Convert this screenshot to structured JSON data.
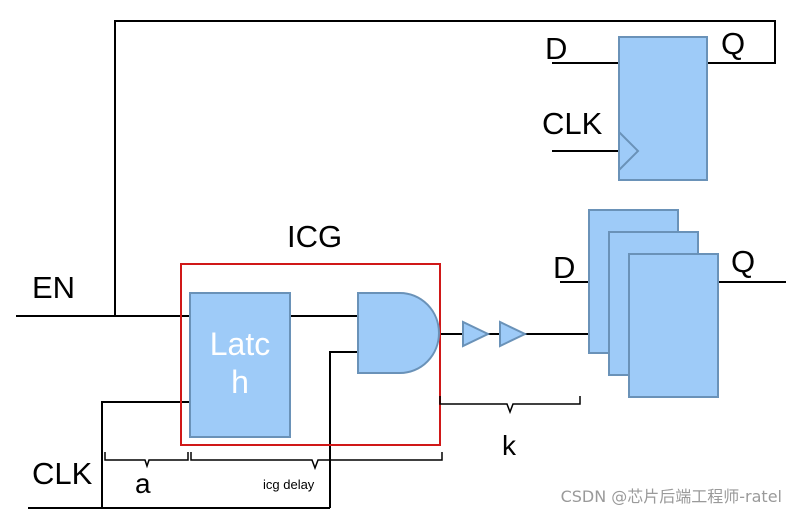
{
  "icg": {
    "title": "ICG",
    "latch_label_line1": "Latc",
    "latch_label_line2": "h"
  },
  "inputs": {
    "en": "EN",
    "clk": "CLK"
  },
  "flop_top": {
    "d": "D",
    "q": "Q",
    "clk": "CLK"
  },
  "flop_bank": {
    "d": "D",
    "q": "Q"
  },
  "timing": {
    "a": "a",
    "icg_delay": "icg delay",
    "k": "k"
  },
  "watermark": "CSDN @芯片后端工程师-ratel",
  "colors": {
    "block_fill": "#9ecbf8",
    "block_stroke": "#6a92b8",
    "icg_border": "#d01818",
    "wire": "#000000"
  }
}
